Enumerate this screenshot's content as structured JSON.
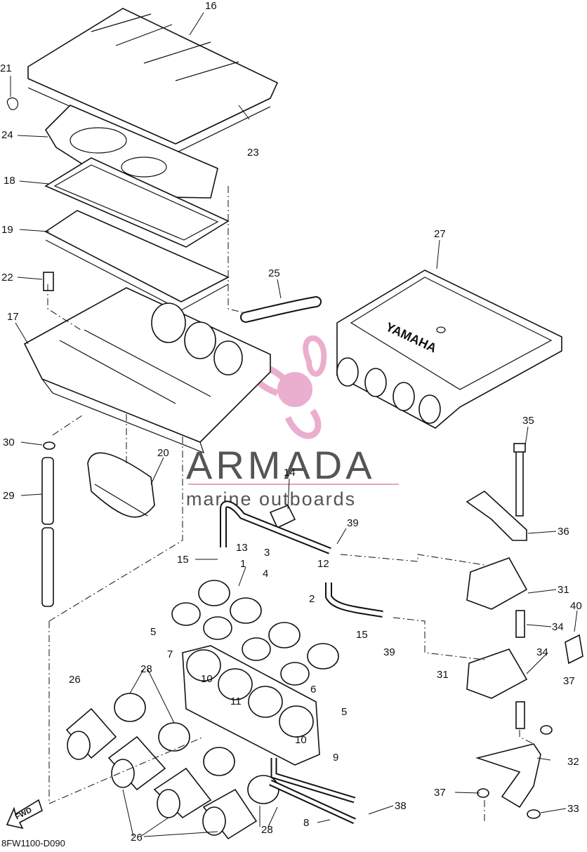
{
  "diagram": {
    "code": "8FW1100-D090",
    "fwd_label": "FWD",
    "watermark": {
      "brand": "ARMADA",
      "tagline": "marine outboards",
      "accent_color": "#e7a1c6",
      "text_color": "#555555"
    },
    "cover_text": "YAMAHA",
    "callouts": [
      "16",
      "21",
      "24",
      "23",
      "18",
      "19",
      "22",
      "25",
      "27",
      "17",
      "30",
      "20",
      "29",
      "14",
      "35",
      "13",
      "39",
      "36",
      "15",
      "3",
      "12",
      "1",
      "4",
      "31",
      "2",
      "5",
      "15",
      "7",
      "39",
      "40",
      "34",
      "26",
      "28",
      "10",
      "6",
      "31",
      "34",
      "37",
      "11",
      "5",
      "10",
      "9",
      "32",
      "37",
      "38",
      "33",
      "8",
      "28",
      "26"
    ]
  }
}
